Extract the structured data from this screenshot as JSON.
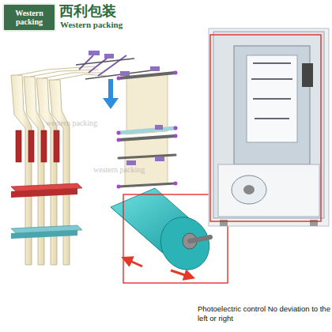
{
  "diagram": {
    "caption": "Photoelectric control No deviation to the left or right",
    "nodes": [
      {
        "text": [
          "Western packing"
        ]
      }
    ],
    "edges": [],
    "labels": [
      "西利包装",
      "Western packing",
      "western packing",
      "western packing"
    ]
  }
}
